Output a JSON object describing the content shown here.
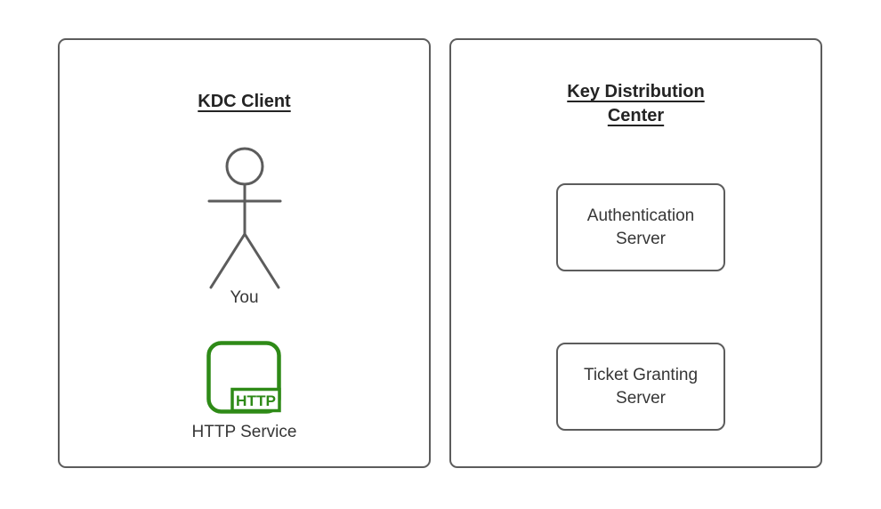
{
  "colors": {
    "border_gray": "#5c5c5c",
    "text_dark": "#363636",
    "title_color": "#242424",
    "green": "#2e8a17",
    "bg": "#ffffff"
  },
  "left_panel": {
    "title": "KDC Client",
    "actor": {
      "icon": "stick-figure-icon",
      "label": "You"
    },
    "service": {
      "icon": "http-service-icon",
      "badge": "HTTP",
      "label": "HTTP Service"
    }
  },
  "right_panel": {
    "title_lines": [
      "Key Distribution",
      "Center"
    ],
    "servers": [
      {
        "name": "authentication-server",
        "lines": [
          "Authentication",
          "Server"
        ]
      },
      {
        "name": "ticket-granting-server",
        "lines": [
          "Ticket Granting",
          "Server"
        ]
      }
    ]
  }
}
